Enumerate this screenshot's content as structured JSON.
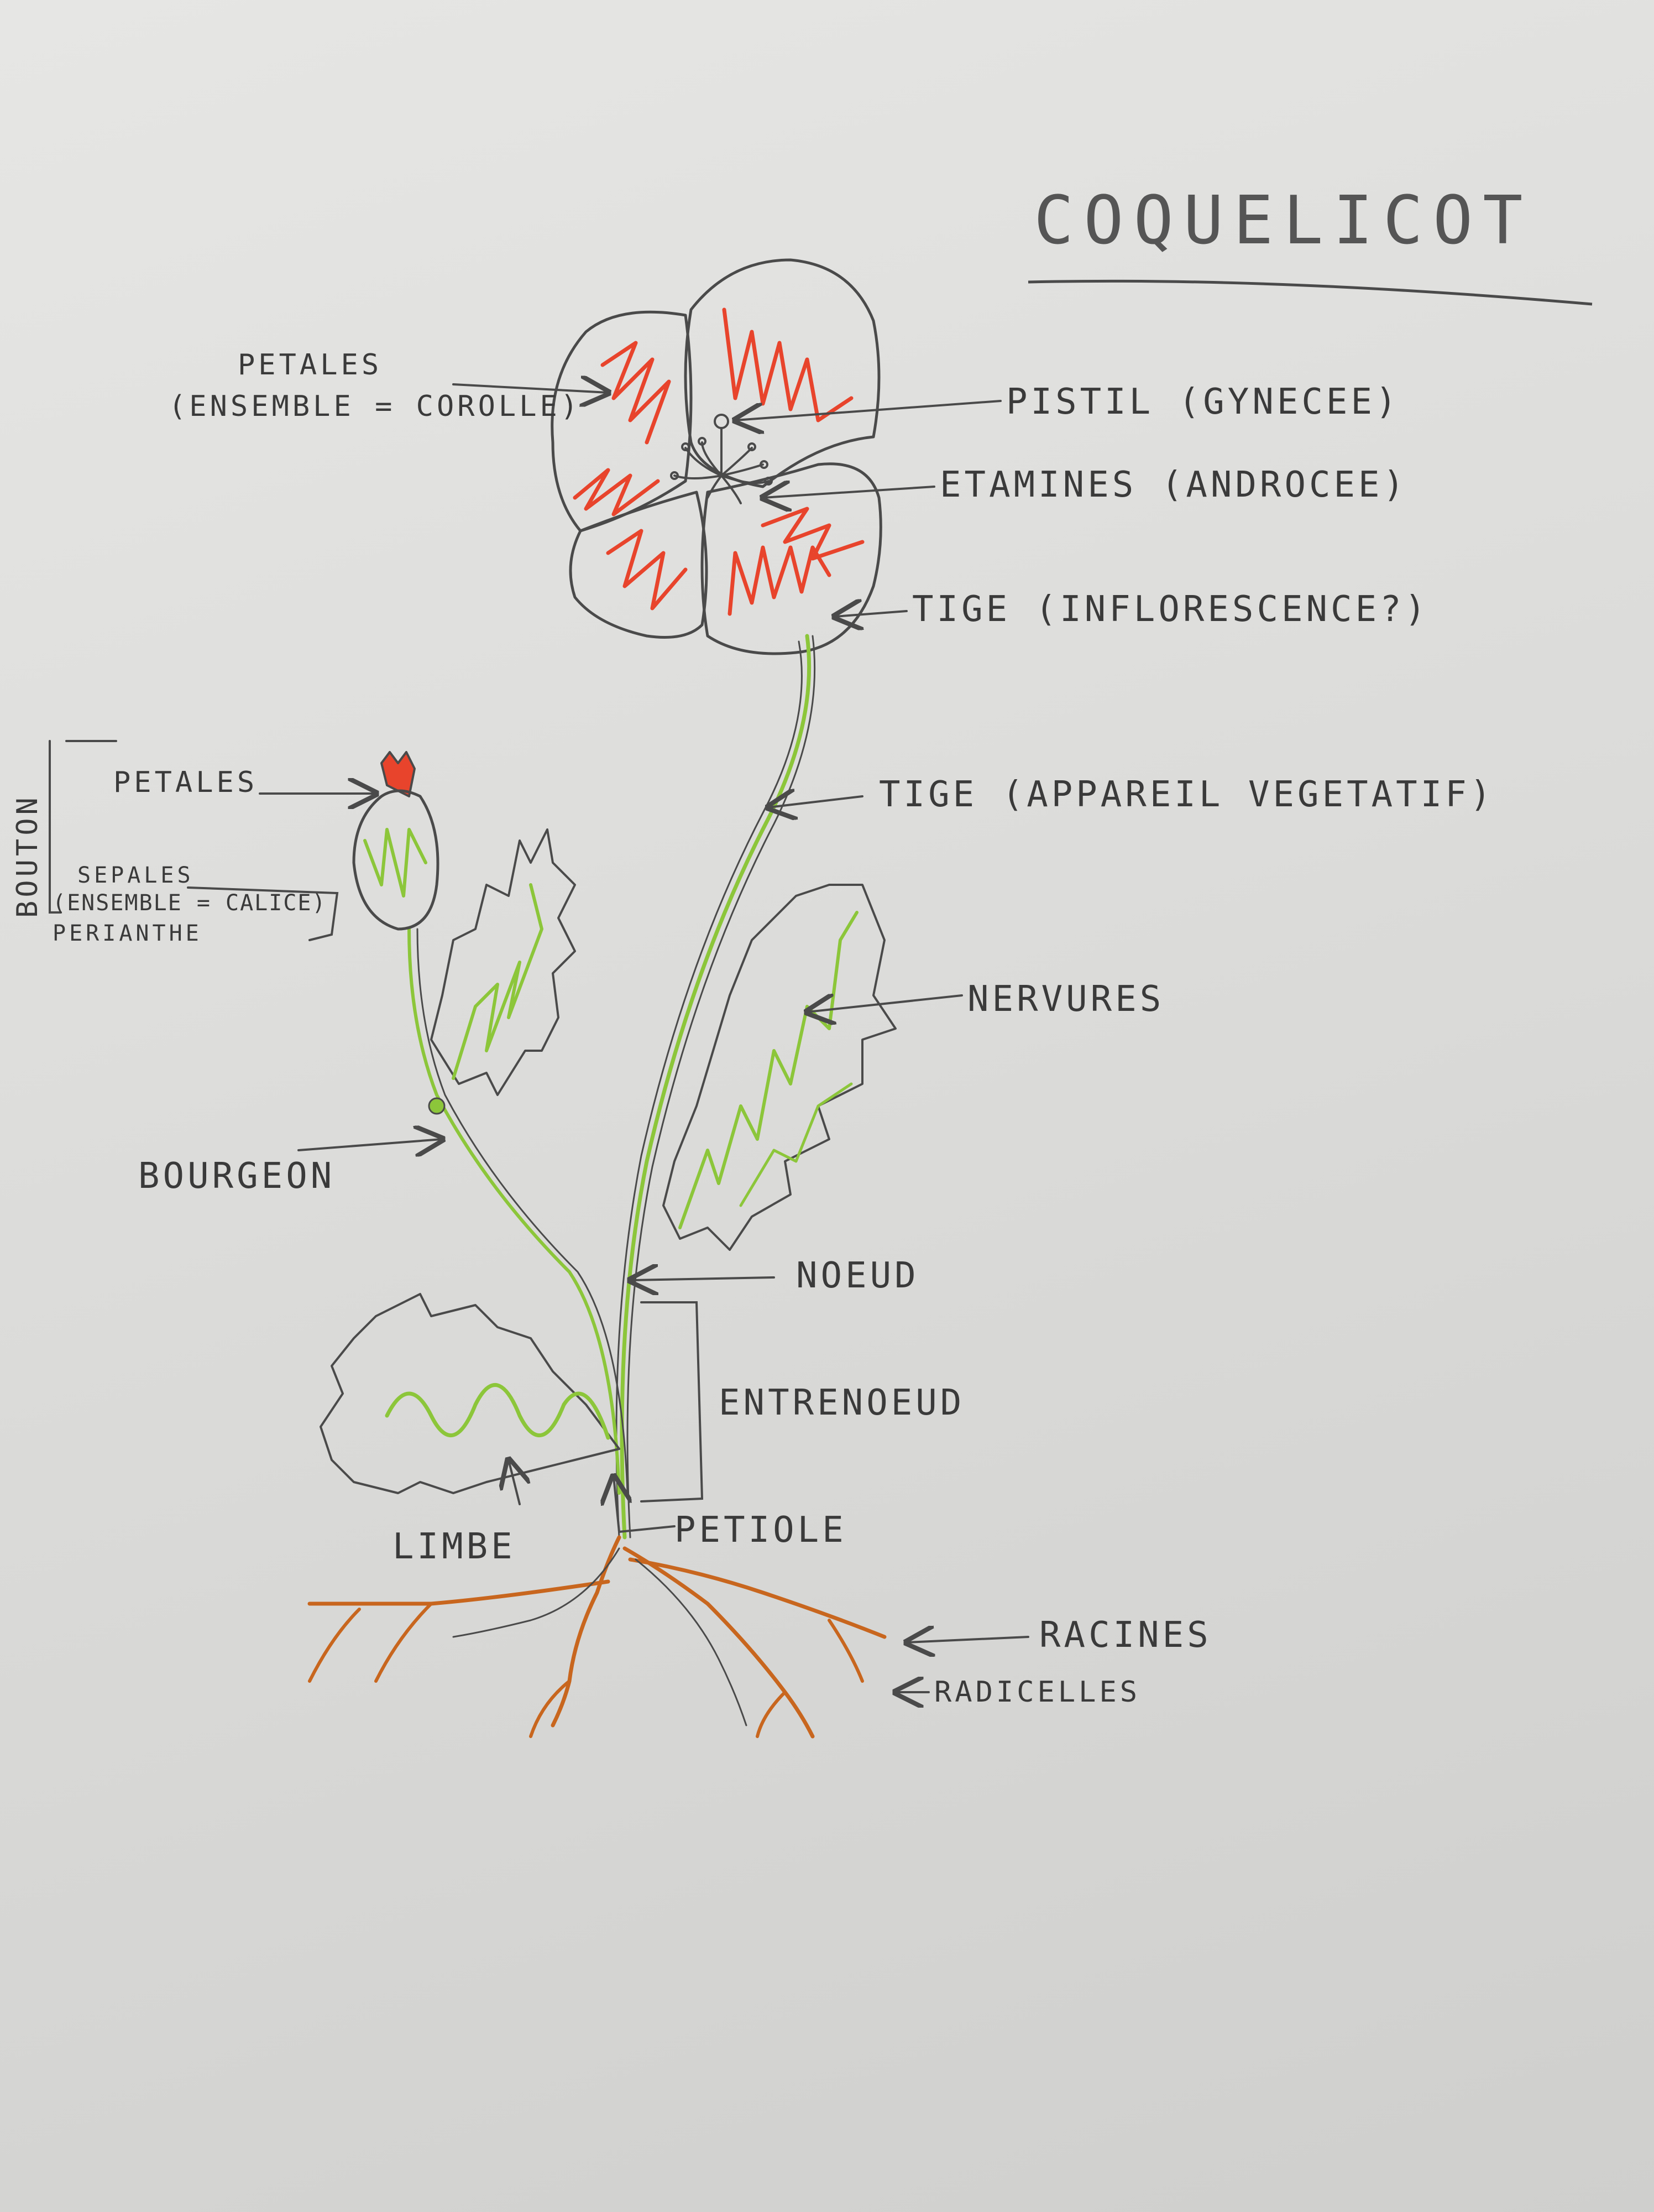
{
  "title": "COQUELICOT",
  "labels": {
    "petales_flower": "PETALES",
    "ensemble_corolle": "(ENSEMBLE = COROLLE)",
    "pistil": "PISTIL (GYNECEE)",
    "etamines": "ETAMINES (ANDROCEE)",
    "tige_inflorescence": "TIGE (INFLORESCENCE?)",
    "tige_vegetatif": "TIGE (APPAREIL VEGETATIF)",
    "bouton": "BOUTON",
    "petales_bud": "PETALES",
    "sepales": "SEPALES",
    "ensemble_calice": "(ENSEMBLE = CALICE)",
    "perianthe": "PERIANTHE",
    "nervures": "NERVURES",
    "bourgeon": "BOURGEON",
    "noeud": "NOEUD",
    "entrenoeud": "ENTRENOEUD",
    "limbe": "LIMBE",
    "petiole": "PETIOLE",
    "racines": "RACINES",
    "radicelles": "RADICELLES"
  },
  "colors": {
    "pencil": "#4a4a4a",
    "petal_red": "#e8442c",
    "leaf_green": "#8cc63a",
    "root_orange": "#c8661e"
  }
}
